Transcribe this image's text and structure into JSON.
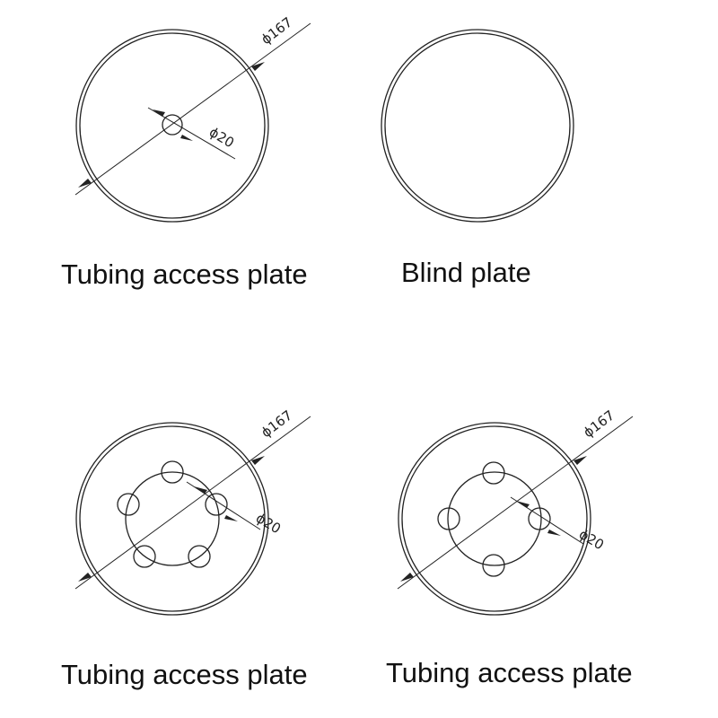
{
  "plates": [
    {
      "caption": "Tubing access plate",
      "outer_dim": "ϕ167",
      "hole_dim": "ϕ20",
      "holes": 1
    },
    {
      "caption": "Blind plate",
      "holes": 0
    },
    {
      "caption": "Tubing access plate",
      "outer_dim": "ϕ167",
      "hole_dim": "ϕ20",
      "holes": 5
    },
    {
      "caption": "Tubing access plate",
      "outer_dim": "ϕ167",
      "hole_dim": "ϕ20",
      "holes": 4
    }
  ],
  "colors": {
    "line": "#222222",
    "text": "#111111",
    "background": "#ffffff"
  }
}
